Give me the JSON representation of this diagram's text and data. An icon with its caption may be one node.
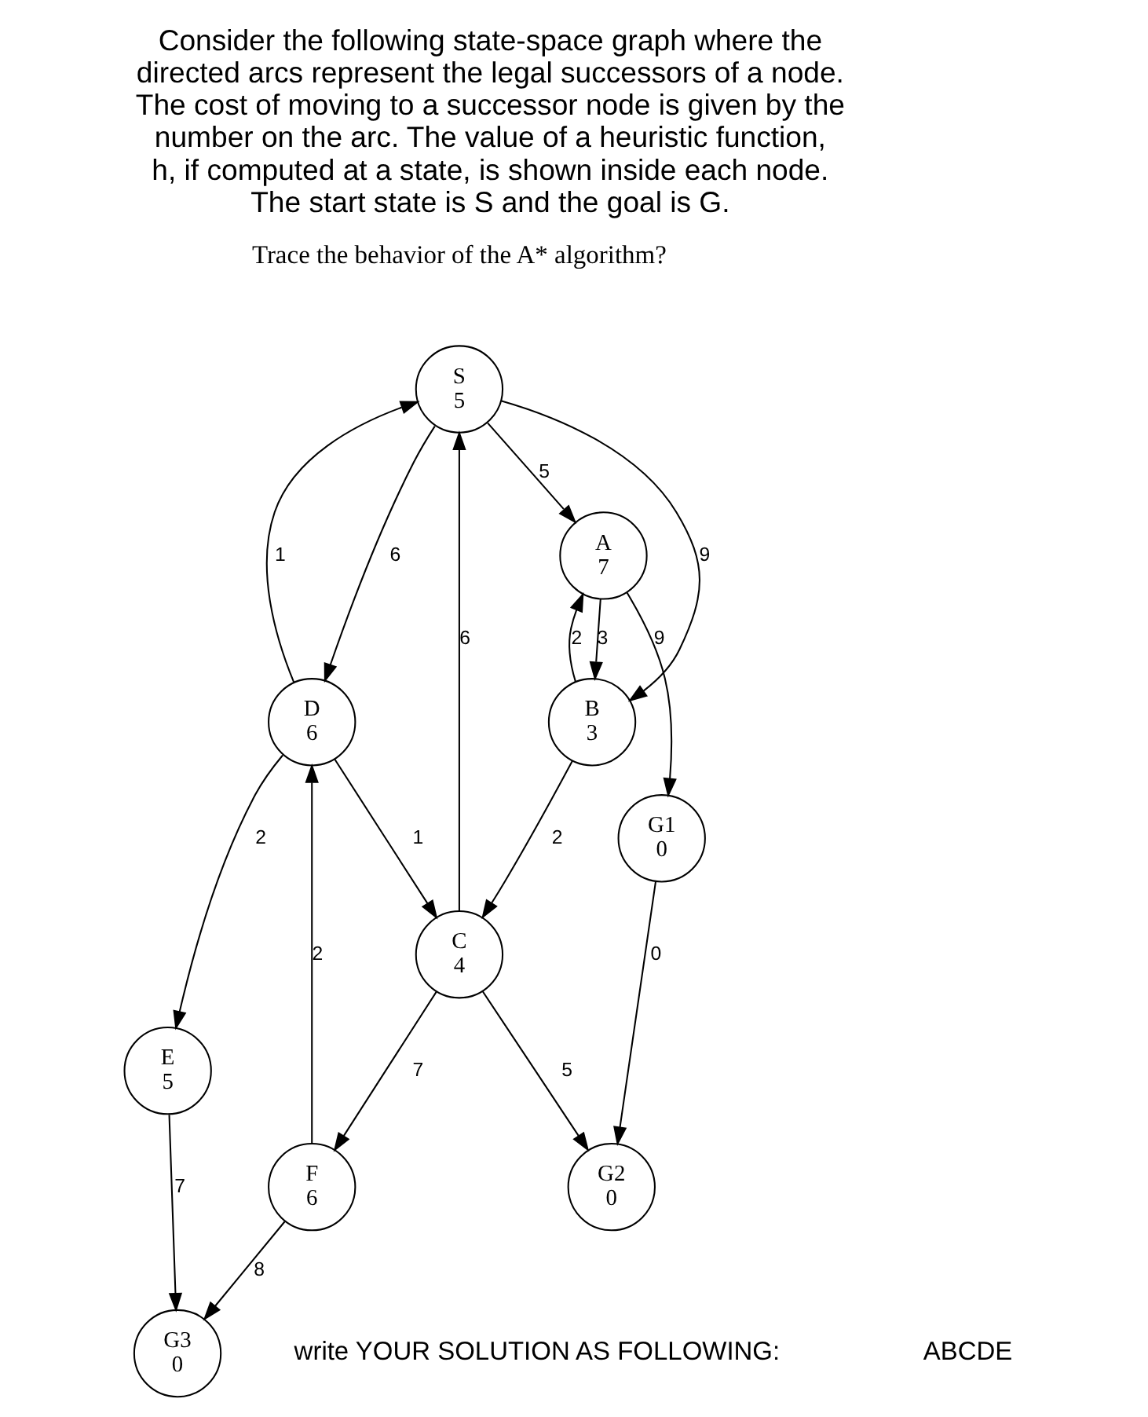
{
  "diagram": {
    "title": "Consider the following state-space graph where the directed arcs represent the legal successors of a node. The cost of moving to a successor node is given by the number on the arc. The value of a heuristic function, h, if computed at a state, is shown inside each node. The start state is S and the goal is G.",
    "nodes": [
      {
        "text": [
          "S",
          "5"
        ]
      },
      {
        "text": [
          "D",
          "6"
        ]
      },
      {
        "text": [
          "E",
          "5"
        ]
      },
      {
        "text": [
          "A",
          "7"
        ]
      },
      {
        "text": [
          "B",
          "3"
        ]
      },
      {
        "text": [
          "C",
          "4"
        ]
      },
      {
        "text": [
          "G1",
          "0"
        ]
      },
      {
        "text": [
          "G3",
          "0"
        ]
      },
      {
        "text": [
          "G2",
          "0"
        ]
      },
      {
        "text": [
          "F",
          "6"
        ]
      }
    ],
    "edges": [
      {
        "from": 1,
        "to": 0,
        "arrow": "to",
        "label": "1"
      },
      {
        "from": 0,
        "to": 1,
        "arrow": "to",
        "label": "6"
      },
      {
        "from": 0,
        "to": 3,
        "arrow": "to",
        "label": "5"
      },
      {
        "from": 0,
        "to": 4,
        "arrow": "to",
        "label": "9"
      },
      {
        "from": 5,
        "to": 0,
        "arrow": "to",
        "label": "6"
      },
      {
        "from": 3,
        "to": 4,
        "arrow": "to",
        "label": "3"
      },
      {
        "from": 4,
        "to": 3,
        "arrow": "to",
        "label": "2"
      },
      {
        "from": 4,
        "to": 5,
        "arrow": "to",
        "label": "2"
      },
      {
        "from": 1,
        "to": 5,
        "arrow": "to",
        "label": "1"
      },
      {
        "from": 1,
        "to": 2,
        "arrow": "to",
        "label": "2"
      },
      {
        "from": 3,
        "to": 6,
        "arrow": "to",
        "label": "9"
      },
      {
        "from": 5,
        "to": 8,
        "arrow": "to",
        "label": "5"
      },
      {
        "from": 5,
        "to": 9,
        "arrow": "to",
        "label": "7"
      },
      {
        "from": 9,
        "to": 1,
        "arrow": "to",
        "label": "2"
      },
      {
        "from": 2,
        "to": 7,
        "arrow": "to",
        "label": "7"
      },
      {
        "from": 9,
        "to": 7,
        "arrow": "to",
        "label": "8"
      },
      {
        "from": 6,
        "to": 8,
        "arrow": "to",
        "label": "0"
      }
    ],
    "labels": [
      "Trace the behavior of the A* algorithm?",
      "write YOUR SOLUTION AS FOLLOWING:",
      "ABCDE"
    ]
  }
}
